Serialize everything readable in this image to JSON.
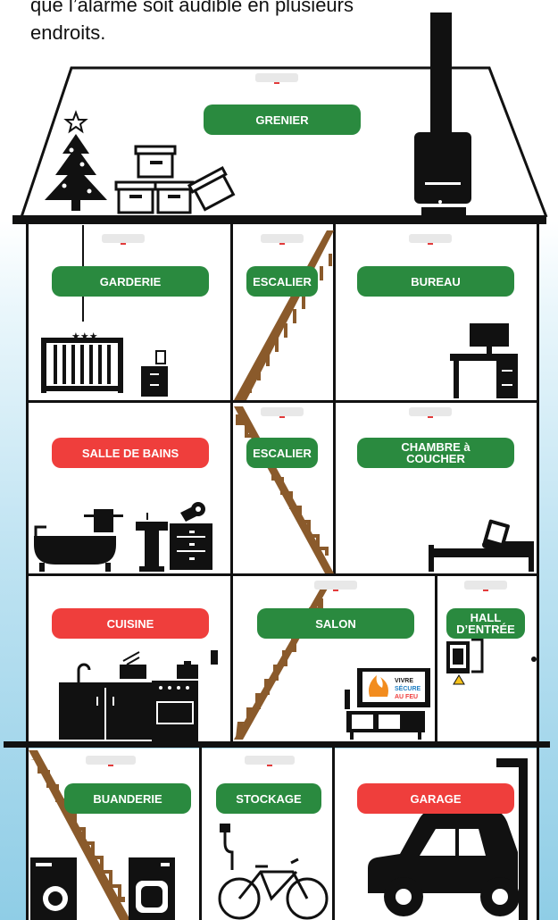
{
  "intro_text": {
    "line1": "que l’alarme soit audible en plusieurs",
    "line2": "endroits."
  },
  "rooms": {
    "grenier": {
      "label": "GRENIER",
      "color": "green"
    },
    "garderie": {
      "label": "GARDERIE",
      "color": "green"
    },
    "escalier_1": {
      "label": "ESCALIER",
      "color": "green"
    },
    "bureau": {
      "label": "BUREAU",
      "color": "green"
    },
    "salle_de_bains": {
      "label": "SALLE DE BAINS",
      "color": "red"
    },
    "escalier_2": {
      "label": "ESCALIER",
      "color": "green"
    },
    "chambre_line1": "CHAMBRE à",
    "chambre_line2": "COUCHER",
    "cuisine": {
      "label": "CUISINE",
      "color": "red"
    },
    "salon": {
      "label": "SALON",
      "color": "green"
    },
    "hall_line1": "HALL",
    "hall_line2": "D’ENTRÉE",
    "buanderie": {
      "label": "BUANDERIE",
      "color": "green"
    },
    "stockage": {
      "label": "STOCKAGE",
      "color": "green"
    },
    "garage": {
      "label": "GARAGE",
      "color": "red"
    }
  },
  "tv_logo": {
    "word1": "VIVRE",
    "word2": "SÉCURE",
    "word3": "AU FEU"
  },
  "colors": {
    "safe_room": "#2a8a3f",
    "alert_room": "#ef3e3c",
    "wall": "#111111",
    "stairs": "#8a5a2b",
    "detector": "#e8e8e8",
    "detector_led": "#e23b3b"
  },
  "icons": [
    "smoke-detector-icon",
    "christmas-tree-icon",
    "storage-box-icon",
    "wood-stove-icon",
    "crib-icon",
    "baby-monitor-icon",
    "desk-computer-icon",
    "bathtub-icon",
    "sink-icon",
    "hair-dryer-icon",
    "bed-icon",
    "tablet-icon",
    "kitchen-counter-icon",
    "stove-icon",
    "tv-icon",
    "alarm-panel-icon",
    "washing-machine-icon",
    "dryer-icon",
    "bicycle-icon",
    "car-icon",
    "electric-outlet-icon"
  ]
}
